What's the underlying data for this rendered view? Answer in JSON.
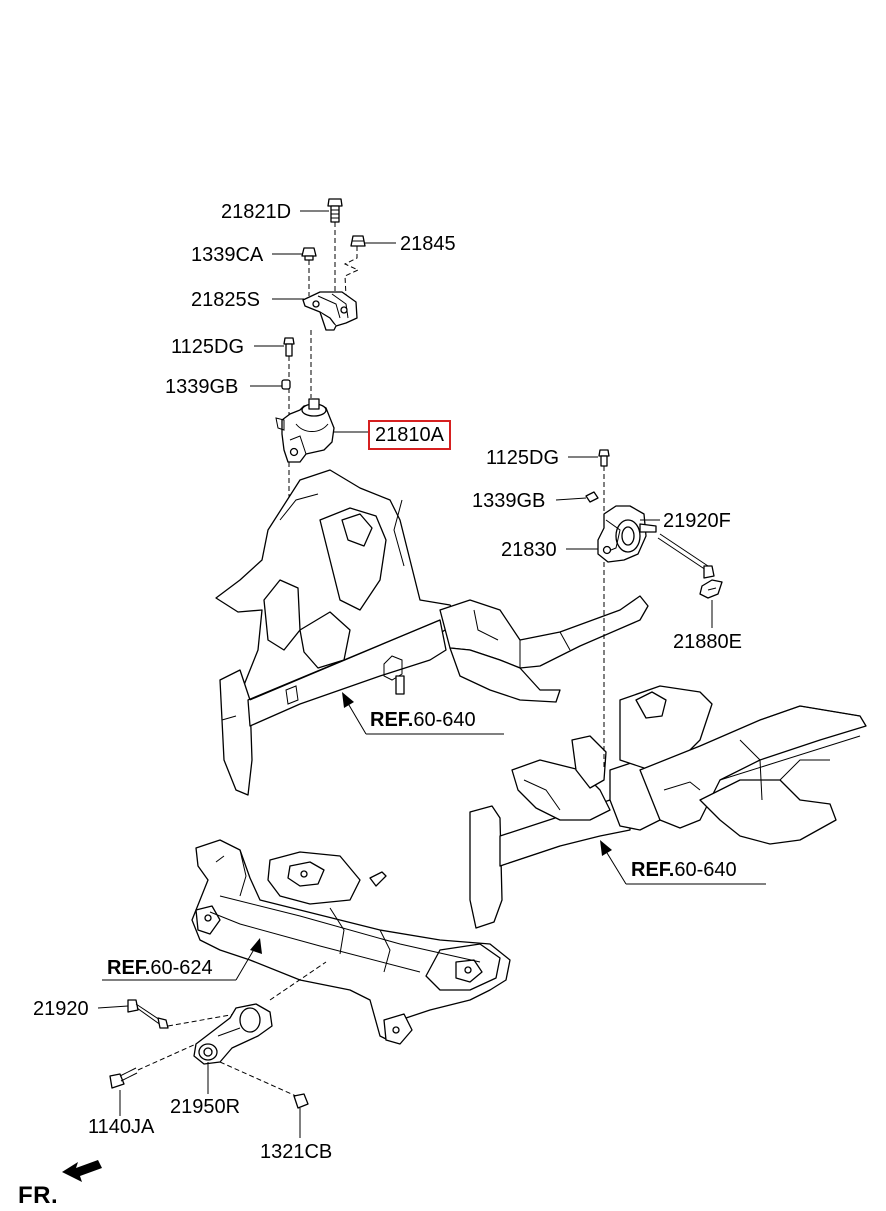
{
  "callouts": [
    {
      "id": "21821D",
      "label": "21821D"
    },
    {
      "id": "1339CA",
      "label": "1339CA"
    },
    {
      "id": "21845",
      "label": "21845"
    },
    {
      "id": "21825S",
      "label": "21825S"
    },
    {
      "id": "1125DG_a",
      "label": "1125DG"
    },
    {
      "id": "1339GB_a",
      "label": "1339GB"
    },
    {
      "id": "21810A",
      "label": "21810A"
    },
    {
      "id": "1125DG_b",
      "label": "1125DG"
    },
    {
      "id": "1339GB_b",
      "label": "1339GB"
    },
    {
      "id": "21920F",
      "label": "21920F"
    },
    {
      "id": "21830",
      "label": "21830"
    },
    {
      "id": "21880E",
      "label": "21880E"
    },
    {
      "id": "21920",
      "label": "21920"
    },
    {
      "id": "1140JA",
      "label": "1140JA"
    },
    {
      "id": "21950R",
      "label": "21950R"
    },
    {
      "id": "1321CB",
      "label": "1321CB"
    }
  ],
  "references": [
    {
      "id": "ref_a",
      "prefix": "REF.",
      "number": "60-640"
    },
    {
      "id": "ref_b",
      "prefix": "REF.",
      "number": "60-640"
    },
    {
      "id": "ref_c",
      "prefix": "REF.",
      "number": "60-624"
    }
  ],
  "highlight": {
    "callout": "21810A",
    "color": "#d62020"
  },
  "front_indicator": {
    "label": "FR."
  }
}
